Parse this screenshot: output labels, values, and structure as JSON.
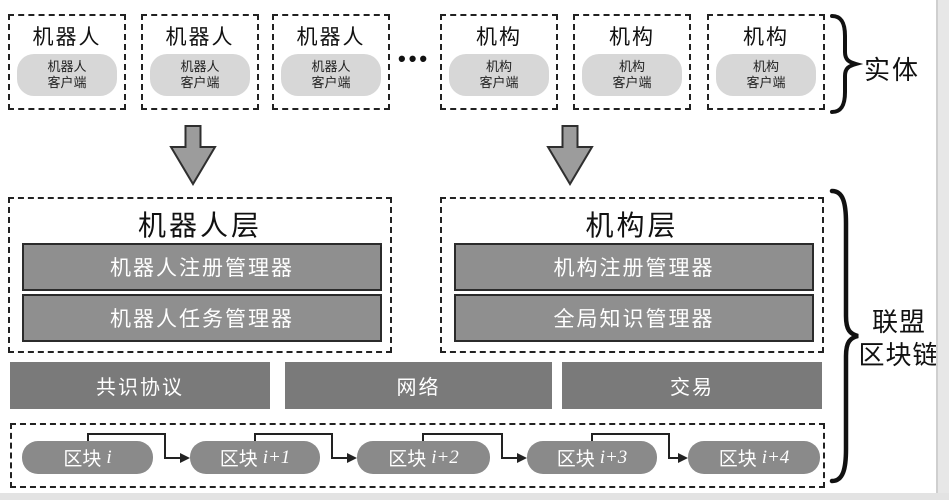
{
  "colors": {
    "ink": "#1c1c1c",
    "pill_light": "#d7d7d7",
    "module_gray": "#8f8f8f",
    "middleware_gray": "#7a7a7a",
    "block_gray": "#8a8a8a",
    "arrow_gray": "#9c9c9c"
  },
  "entities": {
    "brace_label": "实体",
    "ellipsis": "•••",
    "boxes": [
      {
        "title": "机器人",
        "client": [
          "机器人",
          "客户端"
        ]
      },
      {
        "title": "机器人",
        "client": [
          "机器人",
          "客户端"
        ]
      },
      {
        "title": "机器人",
        "client": [
          "机器人",
          "客户端"
        ]
      },
      {
        "title": "机构",
        "client": [
          "机构",
          "客户端"
        ]
      },
      {
        "title": "机构",
        "client": [
          "机构",
          "客户端"
        ]
      },
      {
        "title": "机构",
        "client": [
          "机构",
          "客户端"
        ]
      }
    ]
  },
  "layers": {
    "robot": {
      "title": "机器人层",
      "modules": [
        "机器人注册管理器",
        "机器人任务管理器"
      ]
    },
    "institution": {
      "title": "机构层",
      "modules": [
        "机构注册管理器",
        "全局知识管理器"
      ]
    }
  },
  "middleware": [
    "共识协议",
    "网络",
    "交易"
  ],
  "blockchain": {
    "blocks": [
      {
        "name": "区块",
        "index": "i"
      },
      {
        "name": "区块",
        "index": "i+1"
      },
      {
        "name": "区块",
        "index": "i+2"
      },
      {
        "name": "区块",
        "index": "i+3"
      },
      {
        "name": "区块",
        "index": "i+4"
      }
    ]
  },
  "consortium_label": {
    "line1": "联盟",
    "line2": "区块链"
  }
}
